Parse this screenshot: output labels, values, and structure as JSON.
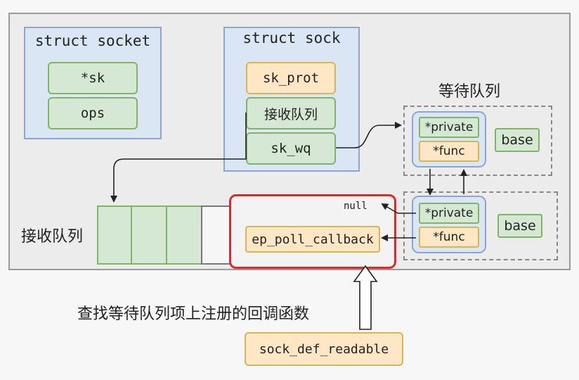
{
  "socket": {
    "title": "struct socket",
    "fields": [
      "*sk",
      "ops"
    ]
  },
  "sock": {
    "title": "struct sock",
    "fields": [
      "sk_prot",
      "接收队列",
      "sk_wq"
    ]
  },
  "wait_queue": {
    "title": "等待队列",
    "entries": [
      {
        "private": "*private",
        "func": "*func",
        "base": "base"
      },
      {
        "private": "*private",
        "func": "*func",
        "base": "base"
      }
    ]
  },
  "recv_queue": {
    "label": "接收队列"
  },
  "callback": {
    "null_label": "null",
    "func_name": "ep_poll_callback"
  },
  "caption": "查找等待队列项上注册的回调函数",
  "trigger": "sock_def_readable",
  "colors": {
    "highlight": "#d92b2b",
    "green_fill": "#d5e8d4",
    "orange_fill": "#ffe6c4",
    "blue_fill": "#dbe6f4"
  }
}
